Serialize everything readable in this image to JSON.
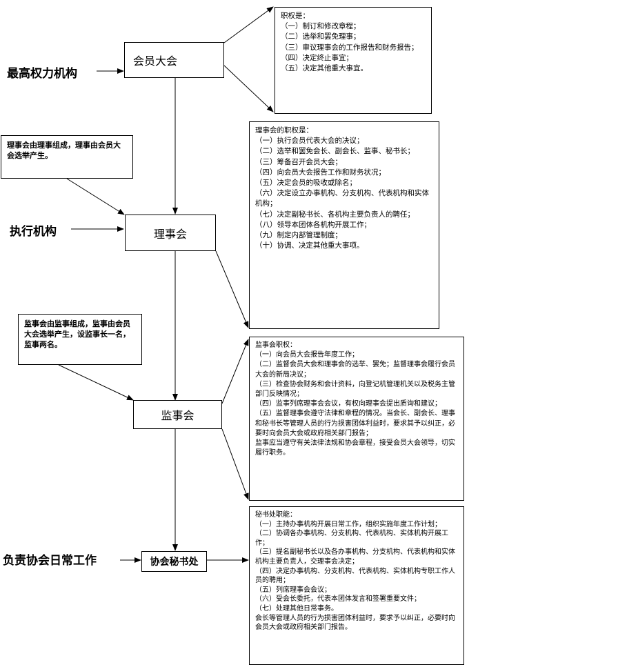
{
  "tiers": {
    "highest": "最高权力机构",
    "executive": "执行机构",
    "daily": "负责协会日常工作"
  },
  "nodes": {
    "assembly": "会员大会",
    "council": "理事会",
    "supervisors": "监事会",
    "secretariat": "协会秘书处"
  },
  "notes": {
    "council_composition": "理事会由理事组成，理事由会员大会选举产生。",
    "supervisors_composition": "监事会由监事组成，监事由会员大会选举产生，设监事长一名，监事两名。"
  },
  "duties": {
    "assembly": [
      "职权是：",
      "（一）制订和修改章程；",
      "（二）选举和罢免理事；",
      "（三）审议理事会的工作报告和财务报告；",
      "（四）决定终止事宜；",
      "（五）决定其他重大事宜。"
    ],
    "council": [
      "理事会的职权是：",
      "（一）执行会员代表大会的决议；",
      "（二）选举和罢免会长、副会长、监事、秘书长；",
      "（三）筹备召开会员大会；",
      "（四）向会员大会报告工作和财务状况；",
      "（五）决定会员的吸收或除名；",
      "（六）决定设立办事机构、分支机构、代表机构和实体机构；",
      "（七）决定副秘书长、各机构主要负责人的聘任；",
      "（八）领导本团体各机构开展工作；",
      "（九）制定内部管理制度；",
      "（十）协调、决定其他重大事项。"
    ],
    "supervisors": [
      "监事会职权：",
      "（一）向会员大会报告年度工作；",
      "（二）监督会员大会和理事会的选举、罢免；监督理事会履行会员大会的新局决议；",
      "（三）检查协会财务和会计资料，向登记机管理机关以及税务主管部门反映情况；",
      "（四）监事列席理事会会议，有权向理事会提出质询和建议；",
      "（五）监督理事会遵守法律和章程的情况。当会长、副会长、理事和秘书长等管理人员的行为损害团体利益时，要求其予以纠正，必要时向会员大会或政府相关部门报告；",
      "监事应当遵守有关法律法规和协会章程，接受会员大会领导，切实履行职务。"
    ],
    "secretariat": [
      "秘书处职能：",
      "（一）主持办事机构开展日常工作，组织实施年度工作计划；",
      "（二）协调各办事机构、分支机构、代表机构、实体机构开展工作；",
      "（三）提名副秘书长以及各办事机构、分支机构、代表机构和实体机构主要负责人，交理事会决定；",
      "（四）决定办事机构、分支机构、代表机构、实体机构专职工作人员的聘用；",
      "（五）列席理事会会议；",
      "（六）受会长委托，代表本团体发言和签署重要文件；",
      "（七）处理其他日常事务。",
      "会长等管理人员的行为损害团体利益时，要求予以纠正，必要时向会员大会或政府相关部门报告。"
    ]
  }
}
